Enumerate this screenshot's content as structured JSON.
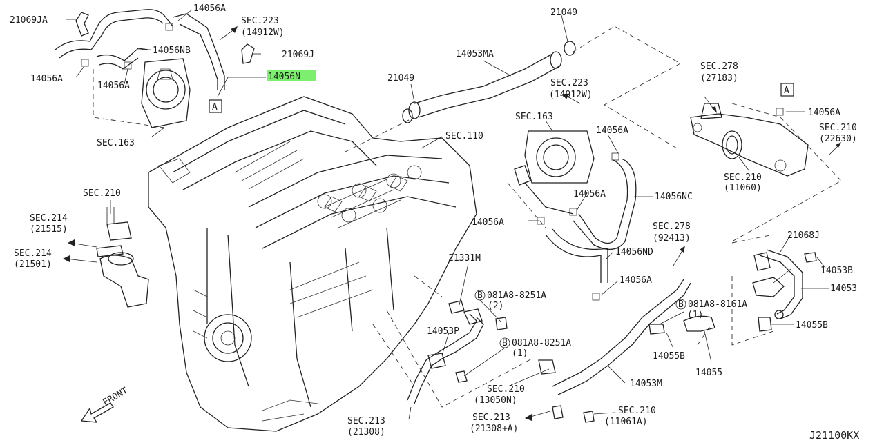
{
  "diagram_id": "J21100KX",
  "highlight_color": "#7cf06e",
  "ref_box": "A",
  "front_label": "FRONT",
  "callouts": {
    "c1": "21069JA",
    "c2": "14056A",
    "c3": "SEC.223",
    "c4": "(14912W)",
    "c5": "14056NB",
    "c6": "21069J",
    "c7": "14056A",
    "c8": "14056A",
    "c9": "14056N",
    "c10": "SEC.163",
    "c11": "21049",
    "c12": "14053MA",
    "c13": "21049",
    "c14": "SEC.223",
    "c15": "(14912W)",
    "c16": "SEC.163",
    "c17": "SEC.110",
    "c18": "14056A",
    "c19": "SEC.278",
    "c20": "(27183)",
    "c21": "14056A",
    "c22": "SEC.210",
    "c23": "(22630)",
    "c24": "SEC.210",
    "c25": "(11060)",
    "c26": "14056A",
    "c27": "14056NC",
    "c28": "14056A",
    "c29": "SEC.210",
    "c30": "SEC.214",
    "c31": "(21515)",
    "c32": "SEC.214",
    "c33": "(21501)",
    "c34": "SEC.278",
    "c35": "(92413)",
    "c36": "14056ND",
    "c37": "21068J",
    "c38": "14053B",
    "c39": "14056A",
    "c40": "14053",
    "c41": "21331M",
    "c42": "B",
    "c43": "081A8-8251A",
    "c44": "(2)",
    "c45": "B",
    "c46": "081A8-8161A",
    "c47": "(1)",
    "c48": "14053P",
    "c49": "B",
    "c50": "081A8-8251A",
    "c51": "(1)",
    "c52": "14055B",
    "c53": "14055B",
    "c54": "14055",
    "c55": "14053M",
    "c56": "SEC.210",
    "c57": "(13050N)",
    "c58": "SEC.213",
    "c59": "(21308)",
    "c60": "SEC.213",
    "c61": "(21308+A)",
    "c62": "SEC.210",
    "c63": "(11061A)"
  }
}
